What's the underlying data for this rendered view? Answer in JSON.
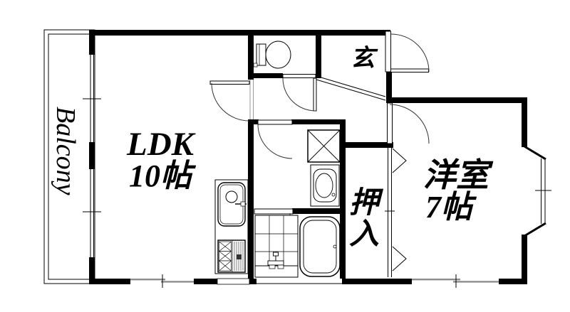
{
  "document": {
    "kind": "apartment-floor-plan"
  },
  "labels": {
    "balcony": "Balcony",
    "ldk_name": "LDK",
    "ldk_size": "10帖",
    "entrance": "玄",
    "closet_char1": "押",
    "closet_char2": "入",
    "western_room_name": "洋室",
    "western_room_size": "7帖"
  },
  "colors": {
    "line": "#000000",
    "background": "#ffffff",
    "window_glass": "#8c8c8c",
    "door_frame": "#999999"
  },
  "icons": {
    "toilet": "toilet-fixture-icon",
    "washing_machine": "washing-machine-pan-icon",
    "washbasin": "washbasin-icon",
    "bathtub": "bathtub-icon",
    "shower_faucet": "shower-faucet-icon",
    "kitchen_sink": "kitchen-sink-icon",
    "stove": "stove-icon",
    "bay_window": "bay-window",
    "sliding_window": "sliding-window",
    "closet_door": "sliding-closet-door"
  }
}
